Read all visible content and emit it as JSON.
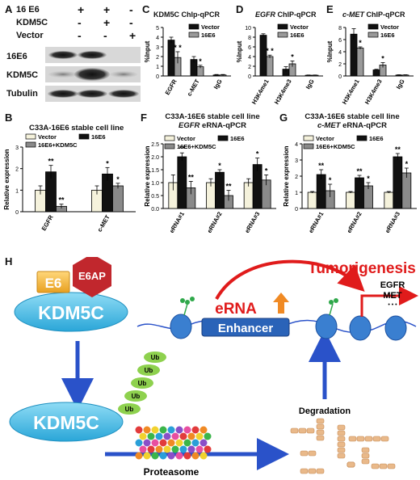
{
  "panels": {
    "A": {
      "letter": "A",
      "rows": [
        "16 E6",
        "KDM5C",
        "Vector"
      ],
      "signs": [
        [
          "+",
          "+",
          "-"
        ],
        [
          "-",
          "+",
          "-"
        ],
        [
          "-",
          "-",
          "+"
        ]
      ],
      "blots": [
        "16E6",
        "KDM5C",
        "Tubulin"
      ]
    },
    "B": {
      "letter": "B",
      "title": "C33A-16E6 stable cell line"
    },
    "C": {
      "letter": "C",
      "title": "KDM5C ChIp-qPCR"
    },
    "D": {
      "letter": "D",
      "title_italic": "EGFR",
      "title_rest": " ChIP-qPCR"
    },
    "E": {
      "letter": "E",
      "title_italic": "c-MET",
      "title_rest": " ChIP-qPCR"
    },
    "F": {
      "letter": "F",
      "title1": "C33A-16E6 stable cell line",
      "title2_italic": "EGFR",
      "title2_rest": " eRNA-qPCR"
    },
    "G": {
      "letter": "G",
      "title1": "C33A-16E6 stable cell line",
      "title2_italic": "c-MET",
      "title2_rest": " eRNA-qPCR"
    },
    "H": {
      "letter": "H"
    }
  },
  "chart_data": [
    {
      "id": "B",
      "type": "bar",
      "ylabel": "Relative expression",
      "ylim": [
        0,
        3
      ],
      "yticks": [
        0,
        1,
        2,
        3
      ],
      "categories": [
        "EGFR",
        "c-MET"
      ],
      "series": [
        {
          "name": "Vector",
          "values": [
            1.0,
            1.0
          ],
          "errors": [
            0.2,
            0.2
          ]
        },
        {
          "name": "16E6",
          "values": [
            1.85,
            1.75
          ],
          "errors": [
            0.3,
            0.3
          ]
        },
        {
          "name": "16E6+KDM5C",
          "values": [
            0.25,
            1.2
          ],
          "errors": [
            0.1,
            0.12
          ]
        }
      ],
      "sig": [
        [
          "",
          "**",
          "**"
        ],
        [
          "",
          "*",
          "*"
        ]
      ],
      "colors": [
        "#f5f2dc",
        "#111111",
        "#8a8a8a"
      ]
    },
    {
      "id": "C",
      "type": "bar",
      "ylabel": "%Input",
      "ylim": [
        0,
        5
      ],
      "yticks": [
        0,
        1,
        2,
        3,
        4,
        5
      ],
      "categories": [
        "EGFR",
        "c-MET",
        "IgG"
      ],
      "series": [
        {
          "name": "Vector",
          "values": [
            3.7,
            1.7,
            0.1
          ],
          "errors": [
            0.3,
            0.3,
            0.05
          ]
        },
        {
          "name": "16E6",
          "values": [
            1.9,
            0.95,
            0.1
          ],
          "errors": [
            0.6,
            0.15,
            0.05
          ]
        }
      ],
      "sig": [
        [
          "",
          "* *"
        ],
        [
          "",
          "*"
        ],
        [
          "",
          ""
        ]
      ],
      "colors": [
        "#111111",
        "#9a9a9a"
      ]
    },
    {
      "id": "D",
      "type": "bar",
      "ylabel": "%Input",
      "ylim": [
        0,
        10
      ],
      "yticks": [
        0,
        2,
        4,
        6,
        8,
        10
      ],
      "categories": [
        "H3K4me1",
        "H3K4me3",
        "IgG"
      ],
      "series": [
        {
          "name": "Vector",
          "values": [
            8.4,
            1.4,
            0.15
          ],
          "errors": [
            0.3,
            0.5,
            0.05
          ]
        },
        {
          "name": "16E6",
          "values": [
            4.0,
            2.5,
            0.15
          ],
          "errors": [
            0.3,
            0.6,
            0.05
          ]
        }
      ],
      "sig": [
        [
          "",
          "* *"
        ],
        [
          "",
          "*"
        ],
        [
          "",
          ""
        ]
      ],
      "colors": [
        "#111111",
        "#9a9a9a"
      ]
    },
    {
      "id": "E",
      "type": "bar",
      "ylabel": "%Input",
      "ylim": [
        0,
        8
      ],
      "yticks": [
        0,
        2,
        4,
        6,
        8
      ],
      "categories": [
        "H3K4me1",
        "H3K4me3",
        "IgG"
      ],
      "series": [
        {
          "name": "Vector",
          "values": [
            6.9,
            1.0,
            0.15
          ],
          "errors": [
            0.9,
            0.1,
            0.05
          ]
        },
        {
          "name": "16E6",
          "values": [
            4.6,
            1.8,
            0.15
          ],
          "errors": [
            0.2,
            0.4,
            0.05
          ]
        }
      ],
      "sig": [
        [
          "",
          "*"
        ],
        [
          "",
          "*"
        ],
        [
          "",
          ""
        ]
      ],
      "colors": [
        "#111111",
        "#9a9a9a"
      ]
    },
    {
      "id": "F",
      "type": "bar",
      "ylabel": "Relative expression",
      "ylim": [
        0,
        2.5
      ],
      "yticks": [
        0.0,
        0.5,
        1.0,
        1.5,
        2.0,
        2.5
      ],
      "categories": [
        "eRNA#1",
        "eRNA#2",
        "eRNA#3"
      ],
      "series": [
        {
          "name": "Vector",
          "values": [
            1.0,
            1.0,
            1.0
          ],
          "errors": [
            0.3,
            0.15,
            0.15
          ]
        },
        {
          "name": "16E6",
          "values": [
            2.0,
            1.4,
            1.7
          ],
          "errors": [
            0.15,
            0.1,
            0.25
          ]
        },
        {
          "name": "16E6+KDM5C",
          "values": [
            0.8,
            0.5,
            1.1
          ],
          "errors": [
            0.25,
            0.2,
            0.2
          ]
        }
      ],
      "sig": [
        [
          "",
          "**",
          "**"
        ],
        [
          "",
          "*",
          "**"
        ],
        [
          "",
          "*",
          "*"
        ]
      ],
      "colors": [
        "#f5f2dc",
        "#111111",
        "#8a8a8a"
      ]
    },
    {
      "id": "G",
      "type": "bar",
      "ylabel": "Relative expression",
      "ylim": [
        0,
        4
      ],
      "yticks": [
        0,
        1,
        2,
        3,
        4
      ],
      "categories": [
        "eRNA#1",
        "eRNA#2",
        "eRNA#3"
      ],
      "series": [
        {
          "name": "Vector",
          "values": [
            1.0,
            1.0,
            1.0
          ],
          "errors": [
            0.05,
            0.05,
            0.05
          ]
        },
        {
          "name": "16E6",
          "values": [
            2.1,
            1.9,
            3.2
          ],
          "errors": [
            0.3,
            0.15,
            0.2
          ]
        },
        {
          "name": "16E6+KDM5C",
          "values": [
            1.1,
            1.4,
            2.2
          ],
          "errors": [
            0.4,
            0.2,
            0.3
          ]
        }
      ],
      "sig": [
        [
          "",
          "**",
          "*"
        ],
        [
          "",
          "**",
          "*"
        ],
        [
          "",
          "**",
          "*"
        ]
      ],
      "colors": [
        "#f5f2dc",
        "#111111",
        "#8a8a8a"
      ]
    }
  ],
  "diagram": {
    "e6": "E6",
    "e6ap": "E6AP",
    "kdm5c_top": "KDM5C",
    "kdm5c_bottom": "KDM5C",
    "ub": "Ub",
    "proteasome": "Proteasome",
    "degradation": "Degradation",
    "erna": "eRNA",
    "enhancer": "Enhancer",
    "tumorigenesis": "Tumorigenesis",
    "gene1": "EGFR",
    "gene2": "MET",
    "dots": "• • •",
    "colors": {
      "kdm5c": "#5cc3e8",
      "e6": "#f2b63a",
      "e6ap": "#c1272d",
      "ub": "#8ed14e",
      "enhancer": "#2a63b8",
      "arrow": "#2a52c9",
      "red": "#e01b1b"
    }
  }
}
